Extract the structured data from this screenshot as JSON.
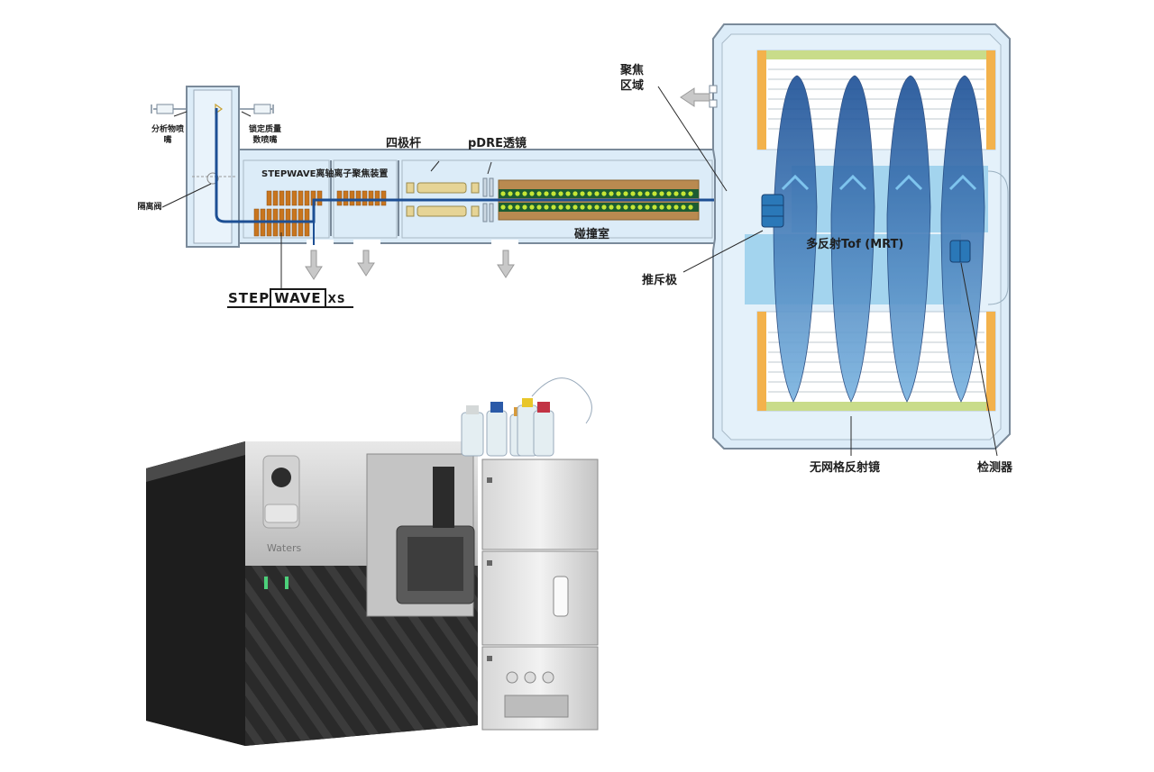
{
  "diagram": {
    "labels": {
      "analyte_sprayer": "分析物喷嘴",
      "lockmass_sprayer": "锁定质量数喷嘴",
      "isolation_valve": "隔离阀",
      "stepwave_device": "STEPWAVE离轴离子聚焦装置",
      "quadrupole": "四极杆",
      "pdre_lens": "pDRE透镜",
      "collision_cell": "碰撞室",
      "focus_region": "聚焦区域",
      "pusher": "推斥极",
      "mrt": "多反射Tof (MRT)",
      "gridless_mirror": "无网格反射镜",
      "detector": "检测器"
    },
    "logo": {
      "part1": "STEP",
      "part2": "WAVE",
      "part3": "XS"
    },
    "colors": {
      "chamber_fill": "#dcecf8",
      "chamber_stroke": "#7a8a9a",
      "ion_path": "#1d4f94",
      "ion_rings": "#c8751e",
      "collision_dots": "#c5e635",
      "mirror_green": "#c9dc8a",
      "mirror_orange": "#f3b24c",
      "reflect_blue": "#2a78b8"
    }
  },
  "instrument": {
    "brand": "Waters"
  }
}
